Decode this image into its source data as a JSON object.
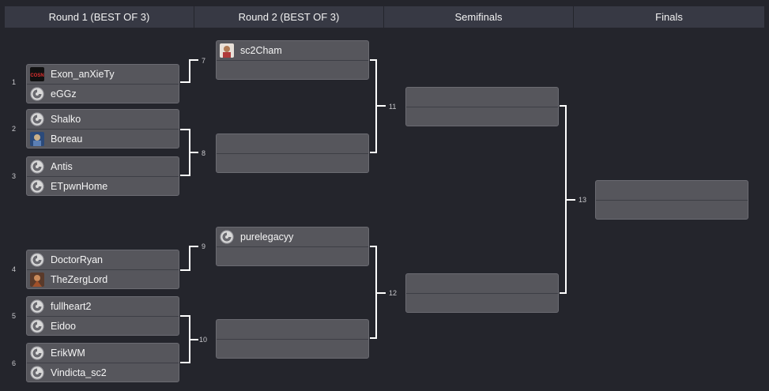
{
  "rounds": [
    {
      "label": "Round 1 (BEST OF 3)"
    },
    {
      "label": "Round 2 (BEST OF 3)"
    },
    {
      "label": "Semifinals"
    },
    {
      "label": "Finals"
    }
  ],
  "matches": {
    "m1": {
      "number": "1",
      "p1": {
        "name": "Exon_anXieTy",
        "icon": "team-logo-icon"
      },
      "p2": {
        "name": "eGGz",
        "icon": "default-avatar-icon"
      }
    },
    "m2": {
      "number": "2",
      "p1": {
        "name": "Shalko",
        "icon": "default-avatar-icon"
      },
      "p2": {
        "name": "Boreau",
        "icon": "portrait-avatar-icon"
      }
    },
    "m3": {
      "number": "3",
      "p1": {
        "name": "Antis",
        "icon": "default-avatar-icon"
      },
      "p2": {
        "name": "ETpwnHome",
        "icon": "default-avatar-icon"
      }
    },
    "m4": {
      "number": "4",
      "p1": {
        "name": "DoctorRyan",
        "icon": "default-avatar-icon"
      },
      "p2": {
        "name": "TheZergLord",
        "icon": "portrait-avatar-icon"
      }
    },
    "m5": {
      "number": "5",
      "p1": {
        "name": "fullheart2",
        "icon": "default-avatar-icon"
      },
      "p2": {
        "name": "Eidoo",
        "icon": "default-avatar-icon"
      }
    },
    "m6": {
      "number": "6",
      "p1": {
        "name": "ErikWM",
        "icon": "default-avatar-icon"
      },
      "p2": {
        "name": "Vindicta_sc2",
        "icon": "default-avatar-icon"
      }
    },
    "m7": {
      "number": "7",
      "p1": {
        "name": "sc2Cham",
        "icon": "portrait-avatar-icon"
      },
      "p2": {
        "name": ""
      }
    },
    "m8": {
      "number": "8",
      "p1": {
        "name": ""
      },
      "p2": {
        "name": ""
      }
    },
    "m9": {
      "number": "9",
      "p1": {
        "name": "purelegacyy",
        "icon": "default-avatar-icon"
      },
      "p2": {
        "name": ""
      }
    },
    "m10": {
      "number": "10",
      "p1": {
        "name": ""
      },
      "p2": {
        "name": ""
      }
    },
    "m11": {
      "number": "11",
      "p1": {
        "name": ""
      },
      "p2": {
        "name": ""
      }
    },
    "m12": {
      "number": "12",
      "p1": {
        "name": ""
      },
      "p2": {
        "name": ""
      }
    },
    "m13": {
      "number": "13",
      "p1": {
        "name": ""
      },
      "p2": {
        "name": ""
      }
    }
  },
  "colors": {
    "background": "#24252c",
    "header": "#373944",
    "match": "#56565c",
    "connector": "#ffffff"
  }
}
